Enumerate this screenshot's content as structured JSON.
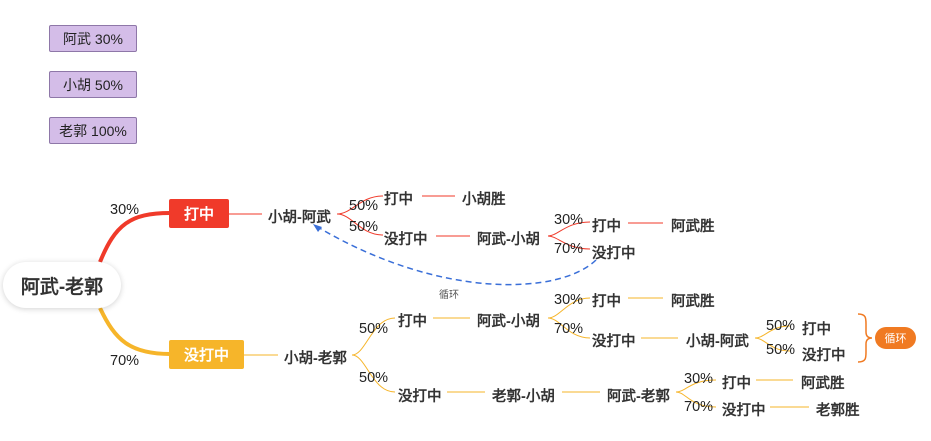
{
  "legend": [
    {
      "label": "阿武 30%"
    },
    {
      "label": "小胡 50%"
    },
    {
      "label": "老郭 100%"
    }
  ],
  "root": {
    "label": "阿武-老郭"
  },
  "branch_hit": {
    "prob": "30%",
    "label": "打中",
    "color": "#f03a2a",
    "next": "小胡-阿武",
    "children": [
      {
        "prob": "50%",
        "label": "打中",
        "result": "小胡胜"
      },
      {
        "prob": "50%",
        "label": "没打中",
        "next": "阿武-小胡",
        "children": [
          {
            "prob": "30%",
            "label": "打中",
            "result": "阿武胜"
          },
          {
            "prob": "70%",
            "label": "没打中"
          }
        ]
      }
    ],
    "loop_label": "循环"
  },
  "branch_miss": {
    "prob": "70%",
    "label": "没打中",
    "color": "#f6b52a",
    "next": "小胡-老郭",
    "children": [
      {
        "prob": "50%",
        "label": "打中",
        "next": "阿武-小胡",
        "children": [
          {
            "prob": "30%",
            "label": "打中",
            "result": "阿武胜"
          },
          {
            "prob": "70%",
            "label": "没打中",
            "next": "小胡-阿武",
            "children": [
              {
                "prob": "50%",
                "label": "打中"
              },
              {
                "prob": "50%",
                "label": "没打中"
              }
            ]
          }
        ]
      },
      {
        "prob": "50%",
        "label": "没打中",
        "next": "老郭-小胡",
        "next2": "阿武-老郭",
        "children": [
          {
            "prob": "30%",
            "label": "打中",
            "result": "阿武胜"
          },
          {
            "prob": "70%",
            "label": "没打中",
            "result": "老郭胜"
          }
        ]
      }
    ],
    "loop_badge": "循环"
  }
}
